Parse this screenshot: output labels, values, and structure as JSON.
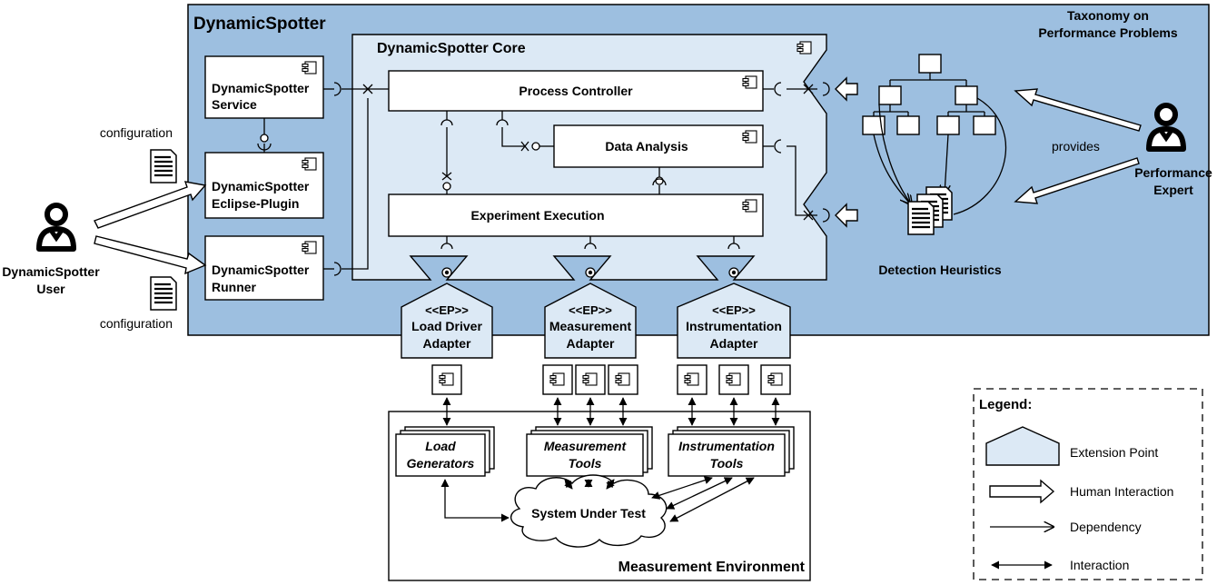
{
  "titles": {
    "framework": "DynamicSpotter",
    "core": "DynamicSpotter Core",
    "environment": "Measurement Environment"
  },
  "components": {
    "service": [
      "DynamicSpotter",
      "Service"
    ],
    "eclipse": [
      "DynamicSpotter",
      "Eclipse-Plugin"
    ],
    "runner": [
      "DynamicSpotter",
      "Runner"
    ],
    "process_controller": "Process Controller",
    "data_analysis": "Data Analysis",
    "experiment_execution": "Experiment Execution"
  },
  "extension_points": [
    {
      "stereotype": "<<EP>>",
      "lines": [
        "Load Driver",
        "Adapter"
      ]
    },
    {
      "stereotype": "<<EP>>",
      "lines": [
        "Measurement",
        "Adapter"
      ]
    },
    {
      "stereotype": "<<EP>>",
      "lines": [
        "Instrumentation",
        "Adapter"
      ]
    }
  ],
  "tools": {
    "load": [
      "Load",
      "Generators"
    ],
    "measurement": [
      "Measurement",
      "Tools"
    ],
    "instrumentation": [
      "Instrumentation",
      "Tools"
    ],
    "sut": "System Under Test"
  },
  "actors": {
    "user": [
      "DynamicSpotter",
      "User"
    ],
    "expert": [
      "Performance",
      "Expert"
    ]
  },
  "labels": {
    "configuration_top": "configuration",
    "configuration_bottom": "configuration",
    "provides": "provides",
    "taxonomy": [
      "Taxonomy on",
      "Performance Problems"
    ],
    "heuristics": "Detection Heuristics"
  },
  "legend": {
    "title": "Legend:",
    "items": [
      "Extension Point",
      "Human Interaction",
      "Dependency",
      "Interaction"
    ]
  },
  "colors": {
    "framework_fill": "#9dbfe0",
    "core_fill": "#dce9f5",
    "ep_fill": "#dce9f5"
  }
}
